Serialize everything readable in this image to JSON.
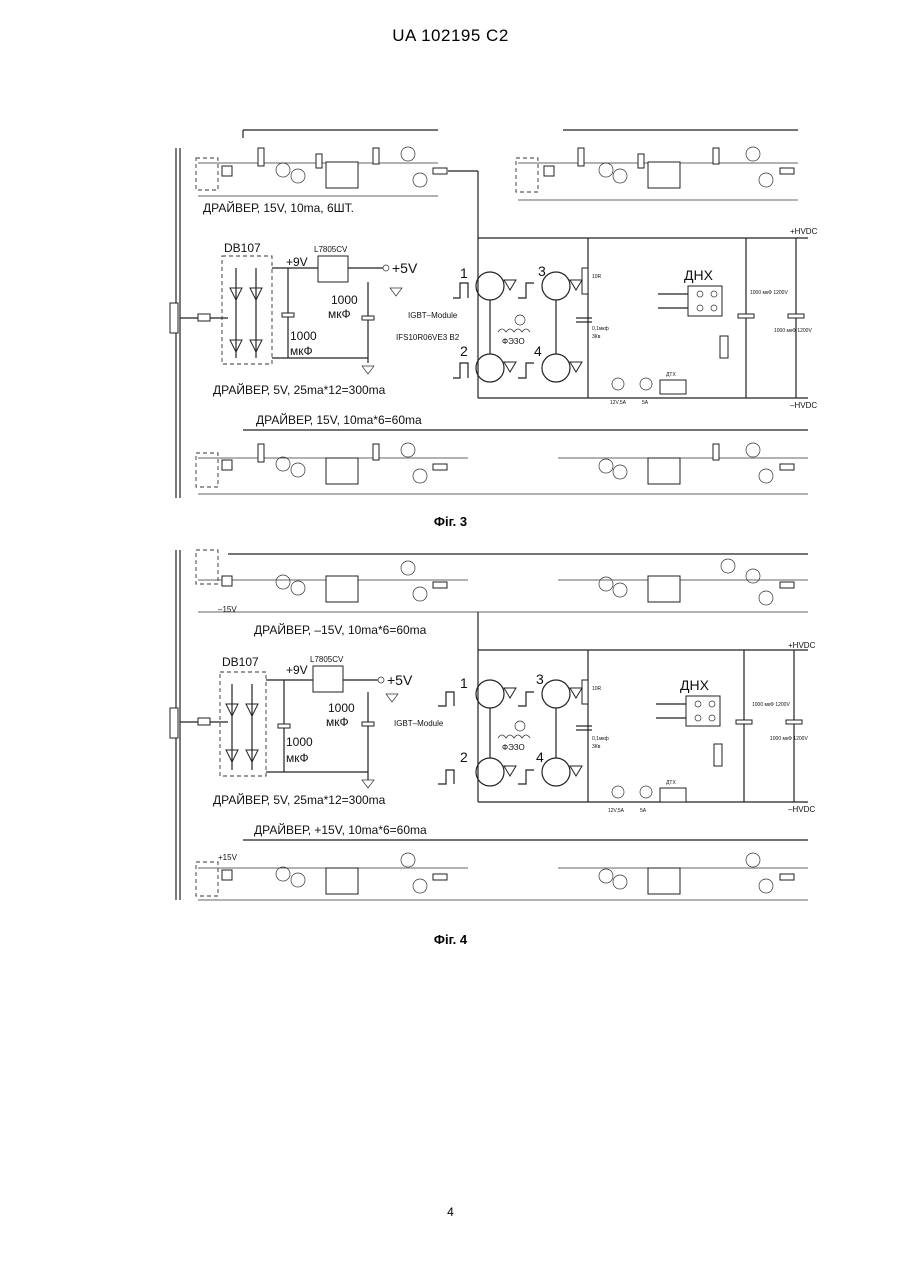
{
  "header": {
    "doc_id": "UA   102195   C2"
  },
  "figure3": {
    "caption": "Фіг. 3",
    "driver_top": "ДРАЙВЕР, 15V, 10ma, 6ШТ.",
    "driver_mid": "ДРАЙВЕР, 5V, 25ma*12=300ma",
    "driver_bottom": "ДРАЙВЕР, 15V, 10ma*6=60ma",
    "bridge": "DB107",
    "regulator": "L7805CV",
    "v_in": "+9V",
    "v_out": "+5V",
    "cap1": "1000",
    "cap1_unit": "мкФ",
    "cap2": "1000",
    "cap2_unit": "мкФ",
    "module": "IGBT–Module",
    "module_part": "IFS10R06VE3 B2",
    "sensor": "ДНХ",
    "sw1": "1",
    "sw2": "2",
    "sw3": "3",
    "sw4": "4",
    "hvdc_plus": "+HVDC",
    "hvdc_minus": "–HVDC",
    "lamp": "12V,5A",
    "amp": "5A",
    "dtx": "ДТХ",
    "coil": "ФЭЗО",
    "res": "10R",
    "cap_small": "0,1мкф",
    "cap_small_v": "3Кв",
    "cap_big1": "1000 мкФ 1200V",
    "cap_big2": "1000 мкФ 1200V"
  },
  "figure4": {
    "caption": "Фіг. 4",
    "driver_top": "ДРАЙВЕР, –15V, 10ma*6=60ma",
    "driver_mid": "ДРАЙВЕР, 5V, 25ma*12=300ma",
    "driver_bottom": "ДРАЙВЕР, +15V, 10ma*6=60ma",
    "bridge": "DB107",
    "regulator": "L7805CV",
    "v_in": "+9V",
    "v_out": "+5V",
    "cap1": "1000",
    "cap1_unit": "мкФ",
    "cap2": "1000",
    "cap2_unit": "мкФ",
    "module": "IGBT–Module",
    "sensor": "ДНХ",
    "v_minus15": "–15V",
    "v_plus15": "+15V",
    "sw1": "1",
    "sw2": "2",
    "sw3": "3",
    "sw4": "4",
    "hvdc_plus": "+HVDC",
    "hvdc_minus": "–HVDC",
    "lamp": "12V,5A",
    "amp": "5A",
    "dtx": "ДТХ",
    "coil": "ФЭЗО",
    "res": "10R",
    "cap_small": "0,1мкф",
    "cap_small_v": "3Кв",
    "cap_big1": "1000 мкФ 1200V",
    "cap_big2": "1000 мкФ 1200V"
  },
  "page_number": "4"
}
